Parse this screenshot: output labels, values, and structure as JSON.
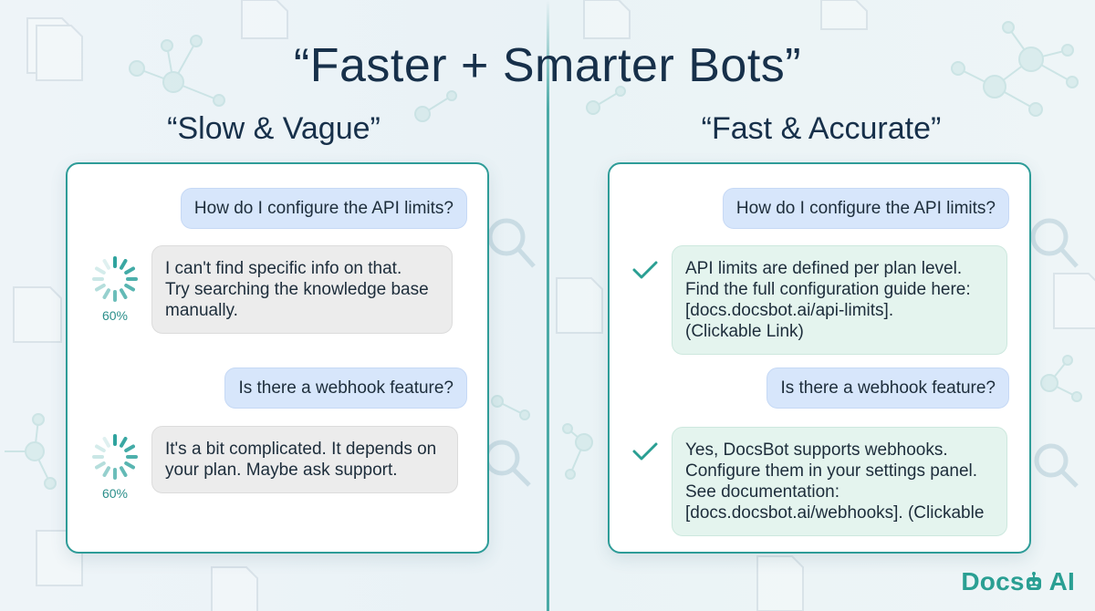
{
  "title": "“Faster + Smarter Bots”",
  "left": {
    "heading": "“Slow & Vague”",
    "messages": [
      {
        "role": "user",
        "text": "How do I configure the API limits?"
      },
      {
        "role": "bot",
        "lines": [
          "I can't find specific info on that.",
          "Try searching the knowledge base",
          "manually."
        ],
        "progress": "60%"
      },
      {
        "role": "user",
        "text": "Is there a webhook feature?"
      },
      {
        "role": "bot",
        "lines": [
          "It's a bit complicated. It depends on",
          "your plan. Maybe ask support."
        ],
        "progress": "60%"
      }
    ]
  },
  "right": {
    "heading": "“Fast & Accurate”",
    "messages": [
      {
        "role": "user",
        "text": "How do I configure the API limits?"
      },
      {
        "role": "bot",
        "lines": [
          "API limits are defined per plan level.",
          "Find the full configuration guide here:",
          "[docs.docsbot.ai/api-limits].",
          "(Clickable Link)"
        ]
      },
      {
        "role": "user",
        "text": "Is there a webhook feature?"
      },
      {
        "role": "bot",
        "lines": [
          "Yes, DocsBot supports webhooks.",
          "Configure them in your settings panel.",
          "See documentation:",
          "[docs.docsbot.ai/webhooks]. (Clickable"
        ]
      }
    ]
  },
  "brand": {
    "pre": "Docs",
    "post": " AI",
    "icon": "robot-icon"
  },
  "colors": {
    "accent": "#2e9c98",
    "user_bubble": "#d7e6fb",
    "vague_bubble": "#ececec",
    "accurate_bubble": "#e4f4ee",
    "title": "#17304a"
  }
}
